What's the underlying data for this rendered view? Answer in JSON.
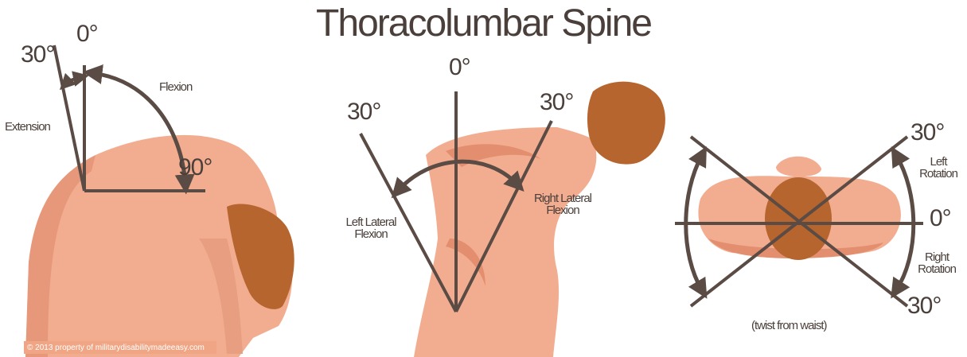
{
  "title": "Thoracolumbar Spine",
  "panel1": {
    "deg_0": "0°",
    "deg_30": "30°",
    "deg_90": "90°",
    "flexion": "Flexion",
    "extension": "Extension"
  },
  "panel2": {
    "deg_0": "0°",
    "deg_30_left": "30°",
    "deg_30_right": "30°",
    "left_lateral_line1": "Left Lateral",
    "left_lateral_line2": "Flexion",
    "right_lateral_line1": "Right Lateral",
    "right_lateral_line2": "Flexion"
  },
  "panel3": {
    "deg_30_top": "30°",
    "deg_0": "0°",
    "deg_30_bottom": "30°",
    "left_rotation_line1": "Left",
    "left_rotation_line2": "Rotation",
    "right_rotation_line1": "Right",
    "right_rotation_line2": "Rotation",
    "twist_note": "(twist from waist)"
  },
  "copyright": "© 2013 property of militarydisabilitymadeeasy.com",
  "colors": {
    "skin": "#f2ad90",
    "skin_shadow": "#e48e70",
    "hair": "#b5652d",
    "line": "#5a4b44",
    "text": "#4a3f3a"
  }
}
